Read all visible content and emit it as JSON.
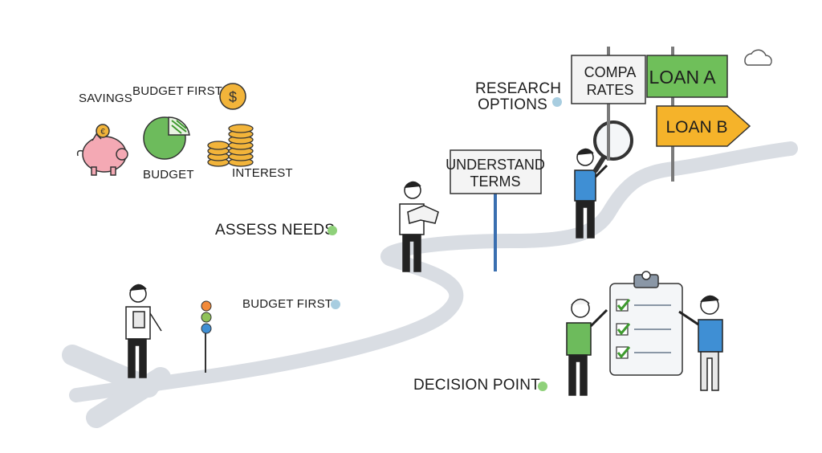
{
  "icons": {
    "savings_label": "Savings",
    "budget_first_label": "Budget First",
    "budget_label": "Budget",
    "interest_label": "Interest",
    "dollar_coin_symbol": "$",
    "piggy_coin_symbol": "€"
  },
  "steps": {
    "assess_needs": "Assess Needs",
    "budget_first": "Budget First",
    "research_options": "Research Options",
    "decision_point": "Decision Point"
  },
  "signs": {
    "understand_terms_line1": "Understand",
    "understand_terms_line2": "Terms",
    "compare_rates_line1": "Comра",
    "compare_rates_line2": "Rates",
    "loan_a": "Loan A",
    "loan_b": "Loan B"
  },
  "colors": {
    "path": "#d9dde3",
    "loan_a": "#6fbf5a",
    "loan_b": "#f5b32a",
    "step_dot_green": "#8fd17a",
    "step_dot_blue": "#a8cde0",
    "piggy": "#f4a9b4",
    "coin": "#f2b43a",
    "pie": "#6dbb5c",
    "check": "#3e9a2e",
    "shirt_blue": "#3f8fd4",
    "shirt_green": "#6dbb5c"
  }
}
